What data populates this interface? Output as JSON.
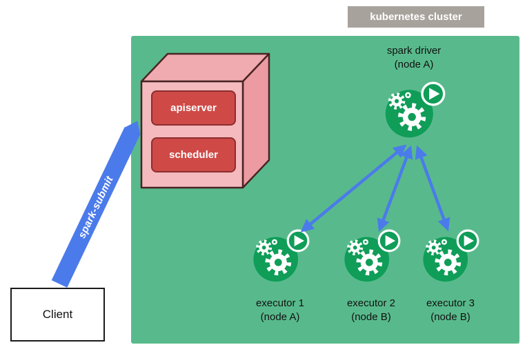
{
  "cluster": {
    "label": "kubernetes cluster"
  },
  "control_plane": {
    "components": [
      {
        "label": "apiserver"
      },
      {
        "label": "scheduler"
      }
    ]
  },
  "driver": {
    "name": "spark driver",
    "node": "(node A)"
  },
  "executors": [
    {
      "name": "executor 1",
      "node": "(node A)"
    },
    {
      "name": "executor 2",
      "node": "(node B)"
    },
    {
      "name": "executor 3",
      "node": "(node B)"
    }
  ],
  "client": {
    "label": "Client"
  },
  "arrows": {
    "spark_submit_label": "spark-submit"
  },
  "colors": {
    "cluster_background": "#58ba8c",
    "cluster_label_background": "#a7a29c",
    "pod_icon_green": "#0f9d58",
    "arrow_blue": "#4b7bea",
    "control_plane_box_red": "#cf4a47",
    "cube_pink": "#f5babe"
  }
}
